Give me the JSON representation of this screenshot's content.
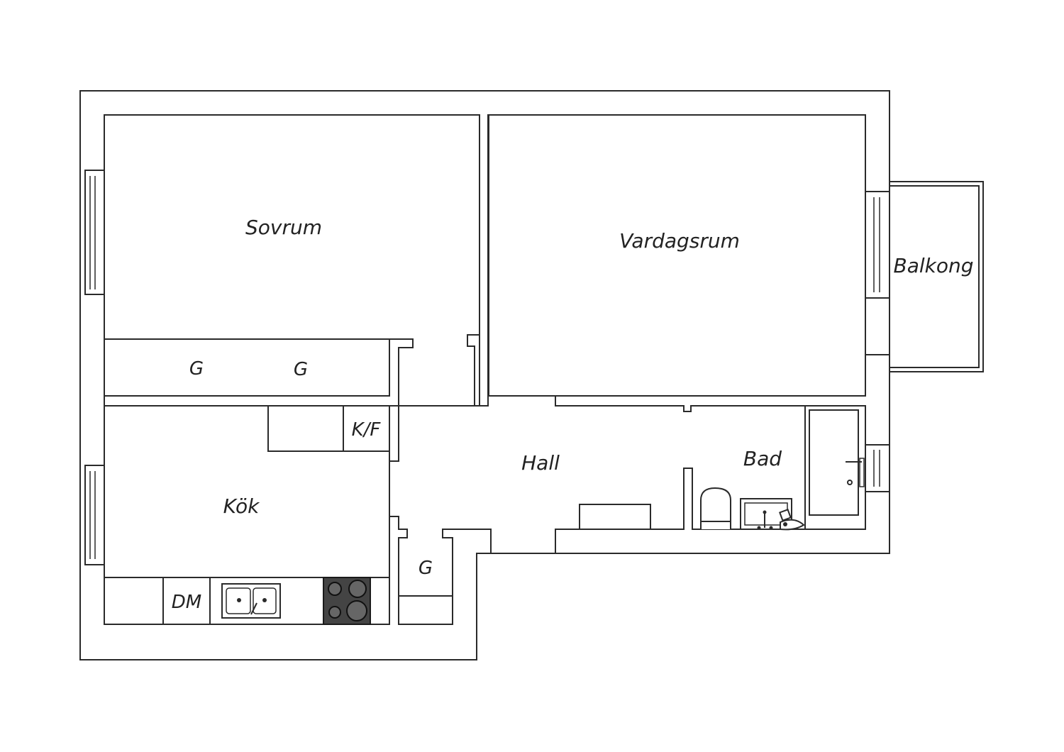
{
  "rooms": {
    "sovrum": "Sovrum",
    "vardagsrum": "Vardagsrum",
    "balkong": "Balkong",
    "kok": "Kök",
    "hall": "Hall",
    "bad": "Bad"
  },
  "fixtures": {
    "wardrobe_1": "G",
    "wardrobe_2": "G",
    "wardrobe_hall": "G",
    "fridge_freezer": "K/F",
    "dishwasher": "DM"
  },
  "colors": {
    "wall_stroke": "#2a2a2a",
    "background": "#ffffff",
    "stove": "#444444"
  }
}
